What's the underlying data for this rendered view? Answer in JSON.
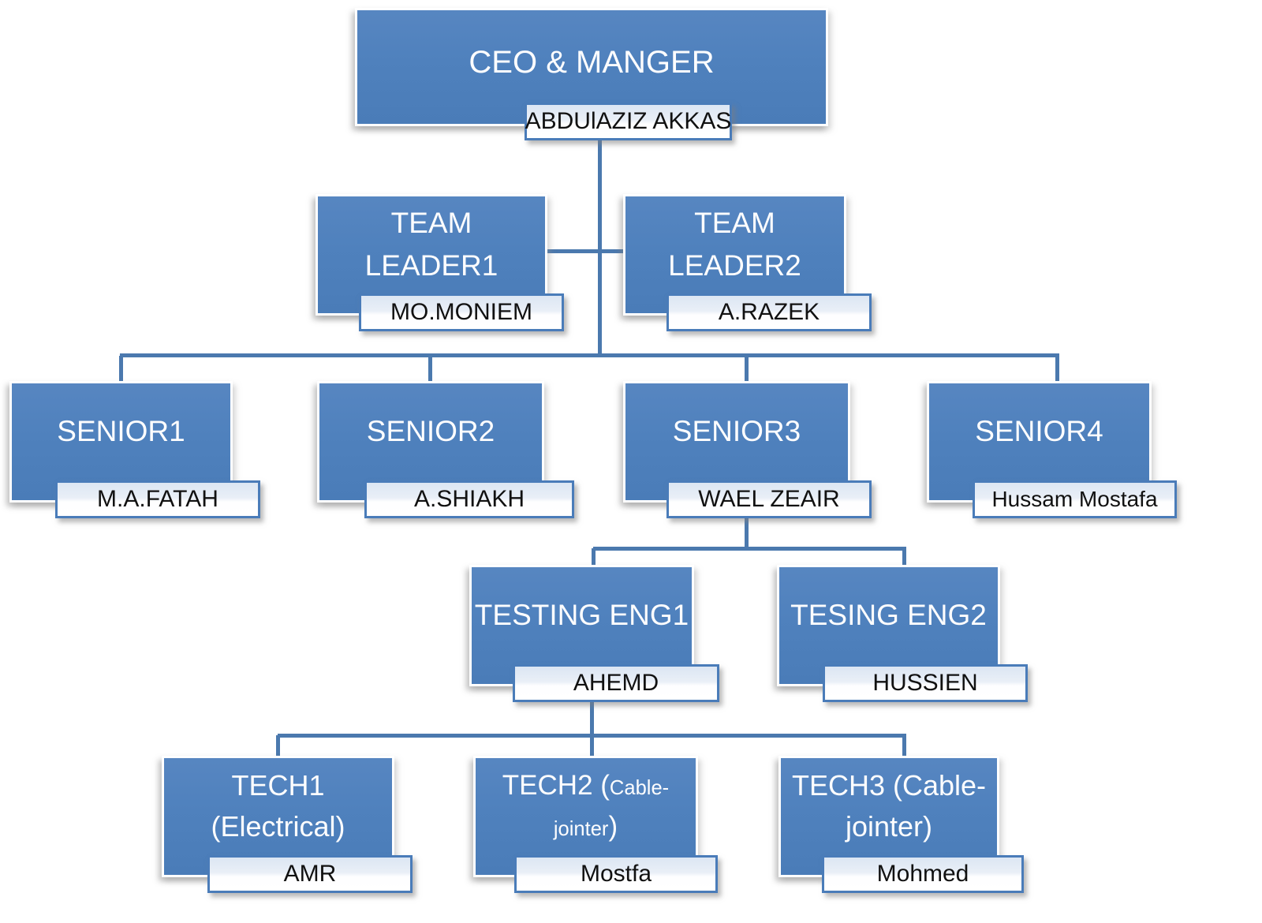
{
  "colors": {
    "node_fill": "#4F81BD",
    "node_border": "#FFFFFF",
    "tag_border": "#4A7CB9",
    "tag_fill_top": "#DCE6F3",
    "tag_fill_bottom": "#FFFFFF",
    "connector": "#4B79AE",
    "title_text": "#FFFFFF",
    "tag_text": "#111111",
    "background": "#FFFFFF"
  },
  "org_chart": {
    "type": "hierarchy",
    "nodes": [
      {
        "id": "ceo",
        "role": "CEO & MANGER",
        "person": "ABDUlAZIZ AKKAS",
        "reports_to": null,
        "title_segments": [
          {
            "t": "CEO & MANGER"
          }
        ]
      },
      {
        "id": "tl1",
        "role": "TEAM LEADER1",
        "person": "MO.MONIEM",
        "reports_to": "ceo",
        "title_segments": [
          {
            "t": "TEAM"
          },
          {
            "br": true
          },
          {
            "t": "LEADER1"
          }
        ]
      },
      {
        "id": "tl2",
        "role": "TEAM LEADER2",
        "person": "A.RAZEK",
        "reports_to": "ceo",
        "title_segments": [
          {
            "t": "TEAM"
          },
          {
            "br": true
          },
          {
            "t": "LEADER2"
          }
        ]
      },
      {
        "id": "s1",
        "role": "SENIOR1",
        "person": "M.A.FATAH",
        "reports_to": "ceo",
        "title_segments": [
          {
            "t": "SENIOR1"
          }
        ]
      },
      {
        "id": "s2",
        "role": "SENIOR2",
        "person": "A.SHIAKH",
        "reports_to": "ceo",
        "title_segments": [
          {
            "t": "SENIOR2"
          }
        ]
      },
      {
        "id": "s3",
        "role": "SENIOR3",
        "person": "WAEL ZEAIR",
        "reports_to": "ceo",
        "title_segments": [
          {
            "t": "SENIOR3"
          }
        ]
      },
      {
        "id": "s4",
        "role": "SENIOR4",
        "person": "Hussam Mostafa",
        "reports_to": "ceo",
        "title_segments": [
          {
            "t": "SENIOR4"
          }
        ]
      },
      {
        "id": "te1",
        "role": "TESTING ENG1",
        "person": "AHEMD",
        "reports_to": "s3",
        "title_segments": [
          {
            "t": "TESTING ENG1"
          }
        ]
      },
      {
        "id": "te2",
        "role": "TESING ENG2",
        "person": "HUSSIEN",
        "reports_to": "s3",
        "title_segments": [
          {
            "t": "TESING ENG2"
          }
        ]
      },
      {
        "id": "t1",
        "role": "TECH1 (Electrical)",
        "person": "AMR",
        "reports_to": "te1",
        "title_segments": [
          {
            "t": "TECH1"
          },
          {
            "br": true
          },
          {
            "t": "(Electrical)"
          }
        ]
      },
      {
        "id": "t2",
        "role": "TECH2 (Cable-jointer)",
        "person": "Mostfa",
        "reports_to": "te1",
        "title_segments": [
          {
            "t": "TECH2 ("
          },
          {
            "t": "Cable-",
            "cls": "sm"
          },
          {
            "br": true
          },
          {
            "t": "jointer",
            "cls": "sm"
          },
          {
            "t": ")"
          }
        ]
      },
      {
        "id": "t3",
        "role": "TECH3 (Cable-jointer)",
        "person": "Mohmed",
        "reports_to": "te1",
        "title_segments": [
          {
            "t": "TECH3 (Cable-"
          },
          {
            "br": true
          },
          {
            "t": "jointer)"
          }
        ]
      }
    ]
  }
}
